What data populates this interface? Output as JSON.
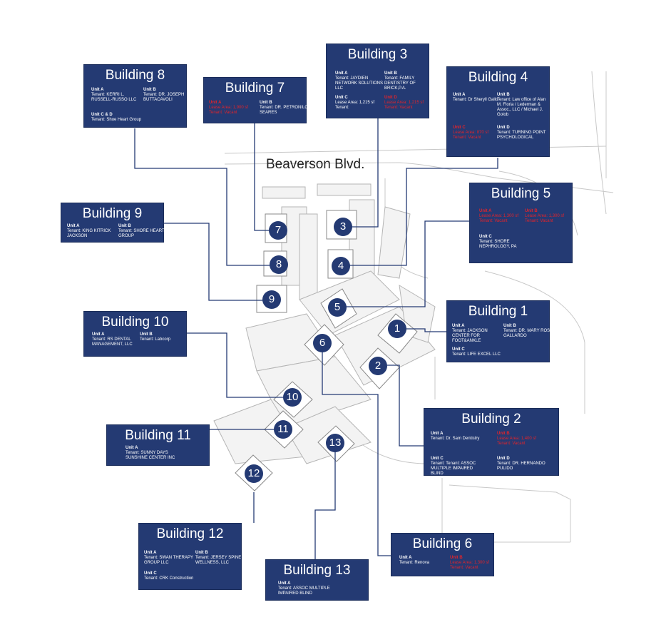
{
  "street": "Beaverson Blvd.",
  "colors": {
    "card": "#243a73",
    "vacant": "#e0242b",
    "lines": "#243a73",
    "lots": "#bdbdbd"
  },
  "buildings": {
    "b1": {
      "title": "Building 1",
      "units": [
        {
          "name": "Unit A",
          "text": "Tenant: JACKSON CENTER FOR FOOT&ANKLE"
        },
        {
          "name": "Unit B",
          "text": "Tenant: DR. MARY ROSE GALLARDO"
        },
        {
          "name": "Unit C",
          "text": "Tenant: LIFE EXCEL LLC"
        }
      ]
    },
    "b2": {
      "title": "Building 2",
      "units": [
        {
          "name": "Unit A",
          "text": "Tenant: Dr. Sam Dentistry"
        },
        {
          "name": "Unit B",
          "text": "Lease Area: 1,400 sf Tenant: Vacant"
        },
        {
          "name": "Unit C",
          "text": "Tenant: Tenant: ASSOC MULTIPLE IMPAIRED BLIND"
        },
        {
          "name": "Unit D",
          "text": "Tenant: DR. HERNANDO PULIDO"
        }
      ]
    },
    "b3": {
      "title": "Building 3",
      "units": [
        {
          "name": "Unit A",
          "text": "Tenant: JAYDIEN NETWORK SOLUTIONS LLC"
        },
        {
          "name": "Unit B",
          "text": "Tenant: FAMILY DENTISTRY OF BRICK,P.A."
        },
        {
          "name": "Unit C",
          "text": "Lease Area: 1,215 sf Tenant:"
        },
        {
          "name": "Unit D",
          "text": "Lease Area: 1,215 sf Tenant: Vacant"
        }
      ]
    },
    "b4": {
      "title": "Building 4",
      "units": [
        {
          "name": "Unit A",
          "text": "Tenant: Dr Sheryll Gallo"
        },
        {
          "name": "Unit B",
          "text": "Tenant: Law office of Alan M. Floria / Lederman & Assoc., LLC / Michael J. Golob"
        },
        {
          "name": "Unit C",
          "text": "Lease Area: 870 sf Tenant: Vacant"
        },
        {
          "name": "Unit D",
          "text": "Tenant: TURNING POINT PSYCHOLOGICAL"
        }
      ]
    },
    "b5": {
      "title": "Building 5",
      "units": [
        {
          "name": "Unit A",
          "text": "Lease Area: 1,300 sf Tenant: Vacant"
        },
        {
          "name": "Unit B",
          "text": "Lease Area: 1,300 sf Tenant: Vacant"
        },
        {
          "name": "Unit C",
          "text": "Tenant: SHORE NEPHROLOGY, PA"
        }
      ]
    },
    "b6": {
      "title": "Building 6",
      "units": [
        {
          "name": "Unit A",
          "text": "Tenant: Renova"
        },
        {
          "name": "Unit B",
          "text": "Lease Area: 1,300 sf Tenant: Vacant"
        }
      ]
    },
    "b7": {
      "title": "Building 7",
      "units": [
        {
          "name": "Unit A",
          "text": "Lease Area: 1,900 sf Tenant: Vacant"
        },
        {
          "name": "Unit B",
          "text": "Tenant: DR. PETRONILO SEARES"
        }
      ]
    },
    "b8": {
      "title": "Building 8",
      "units": [
        {
          "name": "Unit A",
          "text": "Tenant: KERRI L. RUSSELL-RUSSO LLC"
        },
        {
          "name": "Unit B",
          "text": "Tenant: DR. JOSEPH BUTTACAVOLI"
        },
        {
          "name": "Unit C & D",
          "text": "Tenant: Shoe Heart Group"
        }
      ]
    },
    "b9": {
      "title": "Building 9",
      "units": [
        {
          "name": "Unit A",
          "text": "Tenant: KING KITRICK JACKSON"
        },
        {
          "name": "Unit B",
          "text": "Tenant: SHORE HEART GROUP"
        }
      ]
    },
    "b10": {
      "title": "Building 10",
      "units": [
        {
          "name": "Unit A",
          "text": "Tenant: RS DENTAL MANAGEMENT, LLC"
        },
        {
          "name": "Unit B",
          "text": "Tenant: Labcorp"
        }
      ]
    },
    "b11": {
      "title": "Building 11",
      "units": [
        {
          "name": "Unit A",
          "text": "Tenant: SUNNY DAYS SUNSHINE CENTER INC"
        }
      ]
    },
    "b12": {
      "title": "Building 12",
      "units": [
        {
          "name": "Unit A",
          "text": "Tenant: SWAN THERAPY GROUP LLC"
        },
        {
          "name": "Unit B",
          "text": "Tenant: JERSEY SPINE & WELLNESS, LLC"
        },
        {
          "name": "Unit C",
          "text": "Tenant: CRK Construction"
        }
      ]
    },
    "b13": {
      "title": "Building 13",
      "units": [
        {
          "name": "Unit A",
          "text": "Tenant: ASSOC MULTIPLE IMPAIRED BLIND"
        }
      ]
    }
  },
  "pins": [
    "1",
    "2",
    "3",
    "4",
    "5",
    "6",
    "7",
    "8",
    "9",
    "10",
    "11",
    "12",
    "13"
  ]
}
